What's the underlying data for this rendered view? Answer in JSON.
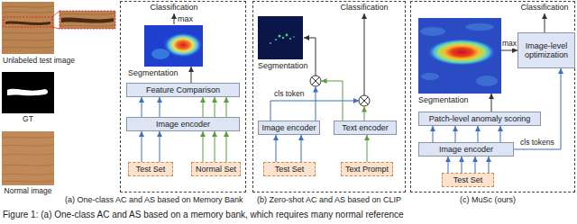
{
  "diagram": {
    "caption": "Figure 1: (a) One-class AC and AS based on a memory bank, which requires many normal reference",
    "nodes": [
      {
        "text": [
          "(a) One-class AC and AS based on Memory Bank"
        ]
      },
      {
        "text": [
          "Segmentation"
        ],
        "in": 0
      },
      {
        "text": [
          "Feature Comparison"
        ],
        "in": 0
      },
      {
        "text": [
          "Image encoder"
        ],
        "in": 0
      },
      {
        "text": [
          "Test Set"
        ],
        "in": 0
      },
      {
        "text": [
          "Normal Set"
        ],
        "in": 0
      },
      {
        "text": [
          "(b) Zero-shot AC and AS based on CLIP"
        ]
      },
      {
        "text": [
          "Segmentation"
        ],
        "in": 6
      },
      {
        "text": [
          "Image encoder"
        ],
        "in": 6
      },
      {
        "text": [
          "Text encoder"
        ],
        "in": 6
      },
      {
        "text": [
          "Test Set"
        ],
        "in": 6
      },
      {
        "text": [
          "Text Prompt"
        ],
        "in": 6
      },
      {
        "text": [
          "(c) MuSc (ours)"
        ]
      },
      {
        "text": [
          "Segmentation"
        ],
        "in": 12
      },
      {
        "text": [
          "Image-level optimization"
        ],
        "in": 12
      },
      {
        "text": [
          "Patch-level anomaly scoring"
        ],
        "in": 12
      },
      {
        "text": [
          "Image encoder"
        ],
        "in": 12
      },
      {
        "text": [
          "Test Set"
        ],
        "in": 12
      }
    ],
    "edges": [
      {
        "from": 4,
        "to": 3,
        "arrow": "to"
      },
      {
        "from": 4,
        "to": 3,
        "arrow": "to"
      },
      {
        "from": 5,
        "to": 3,
        "arrow": "to"
      },
      {
        "from": 5,
        "to": 3,
        "arrow": "to"
      },
      {
        "from": 5,
        "to": 3,
        "arrow": "to"
      },
      {
        "from": 3,
        "to": 2,
        "arrow": "to"
      },
      {
        "from": 3,
        "to": 2,
        "arrow": "to"
      },
      {
        "from": 3,
        "to": 2,
        "arrow": "to"
      },
      {
        "from": 3,
        "to": 2,
        "arrow": "to"
      },
      {
        "from": 3,
        "to": 2,
        "arrow": "to"
      },
      {
        "from": 2,
        "to": 1,
        "arrow": "to"
      },
      {
        "from": 10,
        "to": 8,
        "arrow": "to"
      },
      {
        "from": 10,
        "to": 8,
        "arrow": "to"
      },
      {
        "from": 11,
        "to": 9,
        "arrow": "to"
      },
      {
        "from": 17,
        "to": 16,
        "arrow": "to"
      },
      {
        "from": 17,
        "to": 16,
        "arrow": "to"
      },
      {
        "from": 17,
        "to": 16,
        "arrow": "to"
      },
      {
        "from": 17,
        "to": 16,
        "arrow": "to"
      },
      {
        "from": 16,
        "to": 15,
        "arrow": "to"
      },
      {
        "from": 16,
        "to": 15,
        "arrow": "to"
      },
      {
        "from": 16,
        "to": 15,
        "arrow": "to"
      },
      {
        "from": 16,
        "to": 15,
        "arrow": "to"
      },
      {
        "from": 15,
        "to": 13,
        "arrow": "to"
      },
      {
        "from": 13,
        "to": 14,
        "label": "max",
        "arrow": "to"
      },
      {
        "from": 16,
        "to": 14,
        "label": "cls tokens",
        "arrow": "to"
      }
    ],
    "labels": [
      "Unlabeled test image",
      "GT",
      "Normal image",
      "Classification",
      "max",
      "Classification",
      "cls token",
      "Classification"
    ]
  }
}
